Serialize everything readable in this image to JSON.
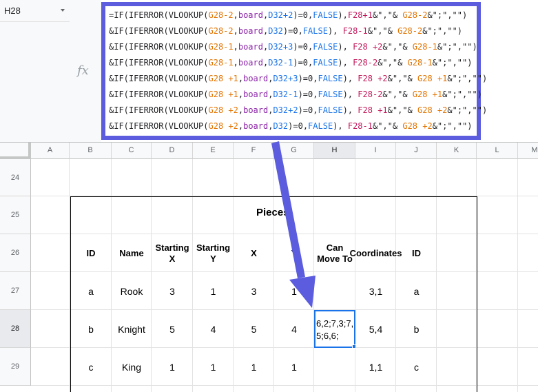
{
  "name_box": {
    "ref": "H28"
  },
  "formula_bar": {
    "fx_label": "fx",
    "lines": [
      [
        [
          "=IF(IFERROR(VLOOKUP(",
          ""
        ],
        [
          "G28-2",
          "or"
        ],
        [
          ",",
          ""
        ],
        [
          "board",
          "pu"
        ],
        [
          ",",
          ""
        ],
        [
          "D32+2",
          "bl"
        ],
        [
          ")=0,",
          ""
        ],
        [
          "FALSE",
          "bl"
        ],
        [
          "),",
          ""
        ],
        [
          "F28+1",
          "mg"
        ],
        [
          "&\",\"& ",
          ""
        ],
        [
          "G28-2",
          "or"
        ],
        [
          "&\";\",\"\")",
          ""
        ]
      ],
      [
        [
          "&IF(IFERROR(VLOOKUP(",
          ""
        ],
        [
          "G28-2",
          "or"
        ],
        [
          ",",
          ""
        ],
        [
          "board",
          "pu"
        ],
        [
          ",",
          ""
        ],
        [
          "D32",
          "bl"
        ],
        [
          ")=0,",
          ""
        ],
        [
          "FALSE",
          "bl"
        ],
        [
          "), ",
          ""
        ],
        [
          "F28-1",
          "mg"
        ],
        [
          "&\",\"& ",
          ""
        ],
        [
          "G28-2",
          "or"
        ],
        [
          "&\";\",\"\")",
          ""
        ]
      ],
      [
        [
          "&IF(IFERROR(VLOOKUP(",
          ""
        ],
        [
          "G28-1",
          "or"
        ],
        [
          ",",
          ""
        ],
        [
          "board",
          "pu"
        ],
        [
          ",",
          ""
        ],
        [
          "D32+3",
          "bl"
        ],
        [
          ")=0,",
          ""
        ],
        [
          "FALSE",
          "bl"
        ],
        [
          "), ",
          ""
        ],
        [
          "F28 +2",
          "mg"
        ],
        [
          "&\",\"& ",
          ""
        ],
        [
          "G28-1",
          "or"
        ],
        [
          "&\";\",\"\")",
          ""
        ]
      ],
      [
        [
          "&IF(IFERROR(VLOOKUP(",
          ""
        ],
        [
          "G28-1",
          "or"
        ],
        [
          ",",
          ""
        ],
        [
          "board",
          "pu"
        ],
        [
          ",",
          ""
        ],
        [
          "D32-1",
          "bl"
        ],
        [
          ")=0,",
          ""
        ],
        [
          "FALSE",
          "bl"
        ],
        [
          "), ",
          ""
        ],
        [
          "F28-2",
          "mg"
        ],
        [
          "&\",\"& ",
          ""
        ],
        [
          "G28-1",
          "or"
        ],
        [
          "&\";\",\"\")",
          ""
        ]
      ],
      [
        [
          "&IF(IFERROR(VLOOKUP(",
          ""
        ],
        [
          "G28 +1",
          "or"
        ],
        [
          ",",
          ""
        ],
        [
          "board",
          "pu"
        ],
        [
          ",",
          ""
        ],
        [
          "D32+3",
          "bl"
        ],
        [
          ")=0,",
          ""
        ],
        [
          "FALSE",
          "bl"
        ],
        [
          "), ",
          ""
        ],
        [
          "F28 +2",
          "mg"
        ],
        [
          "&\",\"& ",
          ""
        ],
        [
          "G28 +1",
          "or"
        ],
        [
          "&\";\",\"\")",
          ""
        ]
      ],
      [
        [
          "&IF(IFERROR(VLOOKUP(",
          ""
        ],
        [
          "G28 +1",
          "or"
        ],
        [
          ",",
          ""
        ],
        [
          "board",
          "pu"
        ],
        [
          ",",
          ""
        ],
        [
          "D32-1",
          "bl"
        ],
        [
          ")=0,",
          ""
        ],
        [
          "FALSE",
          "bl"
        ],
        [
          "), ",
          ""
        ],
        [
          "F28-2",
          "mg"
        ],
        [
          "&\",\"& ",
          ""
        ],
        [
          "G28 +1",
          "or"
        ],
        [
          "&\";\",\"\")",
          ""
        ]
      ],
      [
        [
          "&IF(IFERROR(VLOOKUP(",
          ""
        ],
        [
          "G28 +2",
          "or"
        ],
        [
          ",",
          ""
        ],
        [
          "board",
          "pu"
        ],
        [
          ",",
          ""
        ],
        [
          "D32+2",
          "bl"
        ],
        [
          ")=0,",
          ""
        ],
        [
          "FALSE",
          "bl"
        ],
        [
          "), ",
          ""
        ],
        [
          "F28 +1",
          "mg"
        ],
        [
          "&\",\"& ",
          ""
        ],
        [
          "G28 +2",
          "or"
        ],
        [
          "&\";\",\"\")",
          ""
        ]
      ],
      [
        [
          "&IF(IFERROR(VLOOKUP(",
          ""
        ],
        [
          "G28 +2",
          "or"
        ],
        [
          ",",
          ""
        ],
        [
          "board",
          "pu"
        ],
        [
          ",",
          ""
        ],
        [
          "D32",
          "bl"
        ],
        [
          ")=0,",
          ""
        ],
        [
          "FALSE",
          "bl"
        ],
        [
          "), ",
          ""
        ],
        [
          "F28-1",
          "mg"
        ],
        [
          "&\",\"& ",
          ""
        ],
        [
          "G28 +2",
          "or"
        ],
        [
          "&\";\",\"\")",
          ""
        ]
      ]
    ]
  },
  "columns": [
    "A",
    "B",
    "C",
    "D",
    "E",
    "F",
    "G",
    "H",
    "I",
    "J",
    "K",
    "L",
    "M"
  ],
  "rows": [
    "24",
    "25",
    "26",
    "27",
    "28",
    "29"
  ],
  "table": {
    "title": "Pieces",
    "headers": [
      "ID",
      "Name",
      "Starting X",
      "Starting Y",
      "X",
      "Y",
      "Can Move To",
      "Coordinates",
      "ID"
    ],
    "data": [
      [
        "a",
        "Rook",
        "3",
        "1",
        "3",
        "1",
        "",
        "3,1",
        "a"
      ],
      [
        "b",
        "Knight",
        "5",
        "4",
        "5",
        "4",
        "6,2;7,3;7,5;6,6;",
        "5,4",
        "b"
      ],
      [
        "c",
        "King",
        "1",
        "1",
        "1",
        "1",
        "",
        "1,1",
        "c"
      ]
    ]
  },
  "colors": {
    "accent": "#5b5cde",
    "selection": "#1a73e8"
  }
}
